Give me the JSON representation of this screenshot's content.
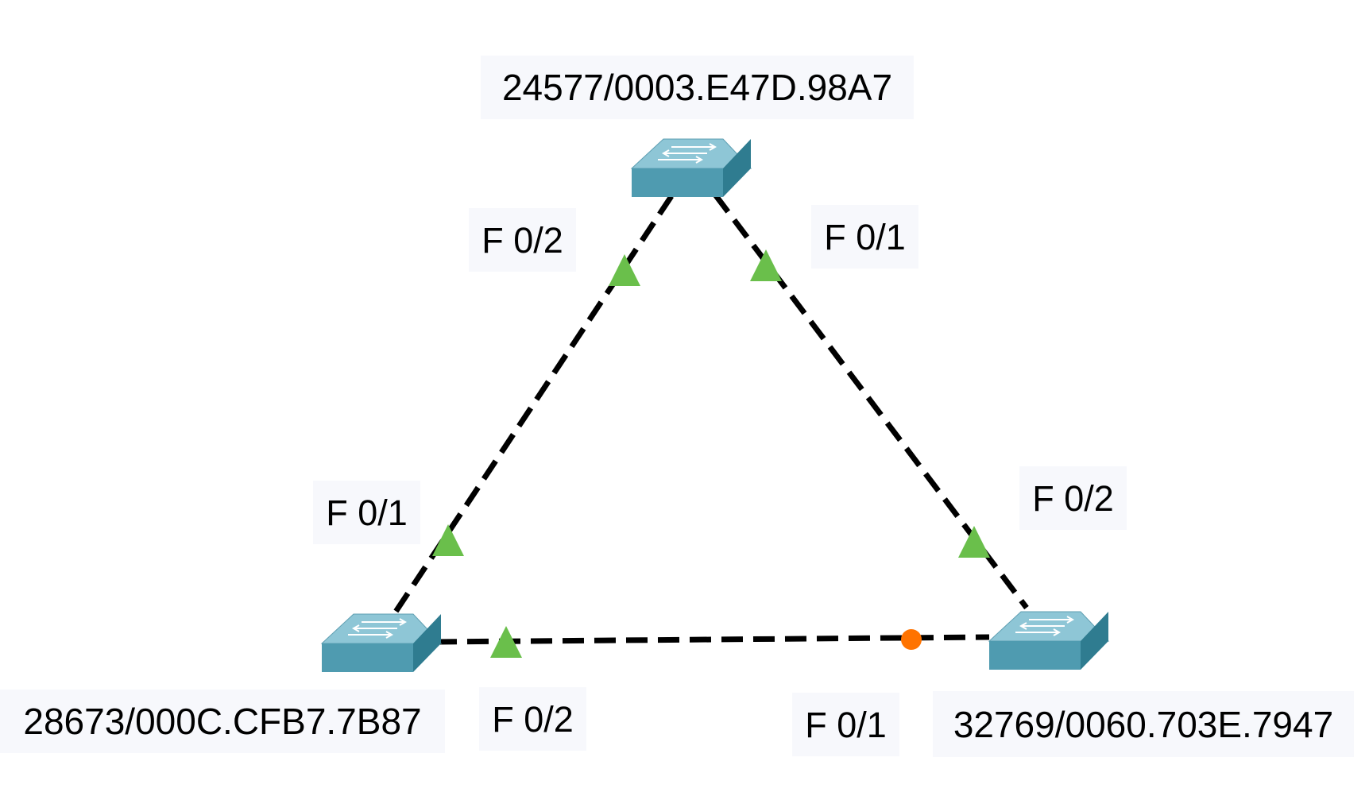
{
  "switches": {
    "top": {
      "bridge_id": "24577/0003.E47D.98A7"
    },
    "left": {
      "bridge_id": "28673/000C.CFB7.7B87"
    },
    "right": {
      "bridge_id": "32769/0060.703E.7947"
    }
  },
  "links": [
    {
      "from": "top",
      "to": "left",
      "port_top": "F 0/2",
      "port_other": "F 0/1",
      "end_top": "up",
      "end_other": "up"
    },
    {
      "from": "top",
      "to": "right",
      "port_top": "F 0/1",
      "port_other": "F 0/2",
      "end_top": "up",
      "end_other": "up"
    },
    {
      "from": "left",
      "to": "right",
      "port_left": "F 0/2",
      "port_right": "F 0/1",
      "end_left": "up",
      "end_right": "blocking"
    }
  ],
  "colors": {
    "link": "#000000",
    "port_up": "#6abf4b",
    "port_blocking": "#ff7300",
    "switch_top": "#8ec6d6",
    "switch_front": "#4f9bb0",
    "switch_side": "#2f7c90",
    "label_bg": "#f7f8fc"
  }
}
